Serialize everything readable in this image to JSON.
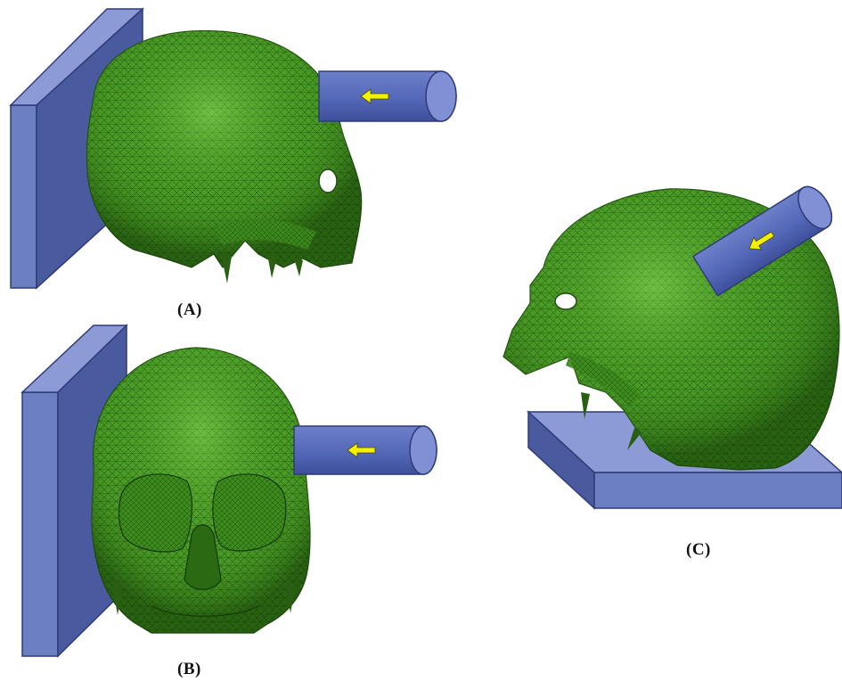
{
  "panels": [
    {
      "id": "A",
      "label": "(A)"
    },
    {
      "id": "B",
      "label": "(B)"
    },
    {
      "id": "C",
      "label": "(C)"
    }
  ],
  "colors": {
    "plate_front": "#6c7fc2",
    "plate_side": "#4a5a9e",
    "plate_top": "#8c9bd6",
    "plate_edge": "#2f3b78",
    "impactor_body": "#5468b8",
    "impactor_face": "#7f90d4",
    "skull_mesh": "#3f8f1e",
    "skull_mesh_light": "#6cc23a",
    "skull_dark": "#1f4d0c",
    "arrow": "#f5f000"
  },
  "icons": {
    "impact_arrow": "left-arrow-icon"
  }
}
